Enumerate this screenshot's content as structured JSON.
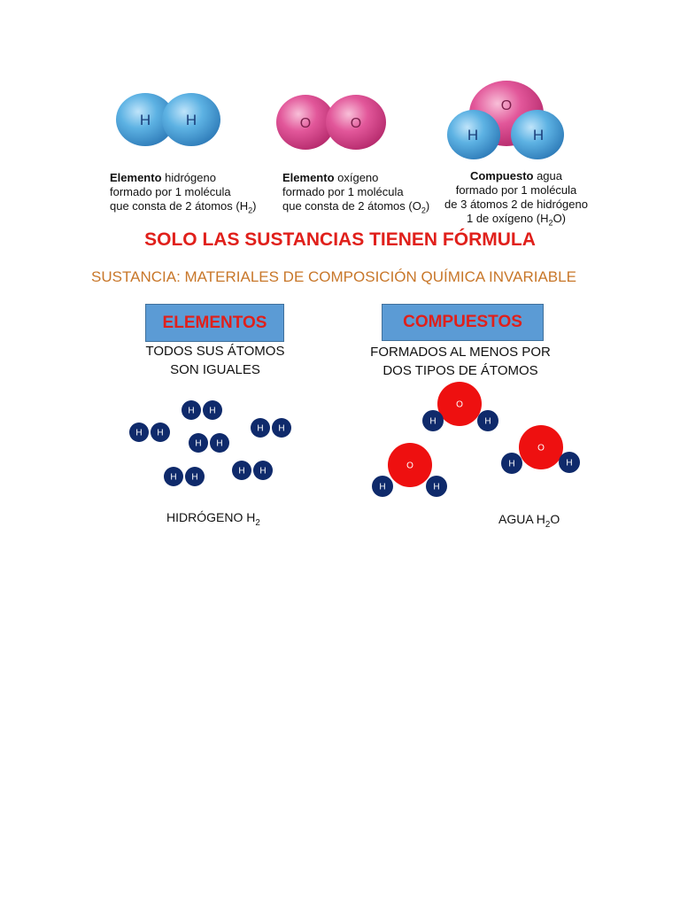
{
  "top_molecules": {
    "hydrogen": {
      "atom_labels": [
        "H",
        "H"
      ],
      "caption_bold": "Elemento",
      "caption_rest": " hidrógeno",
      "line2": "formado por 1 molécula",
      "line3_prefix": "que consta de 2 átomos (H",
      "line3_sub": "2",
      "line3_suffix": ")"
    },
    "oxygen": {
      "atom_labels": [
        "O",
        "O"
      ],
      "caption_bold": "Elemento",
      "caption_rest": " oxígeno",
      "line2": "formado por 1 molécula",
      "line3_prefix": "que consta de 2 átomos (O",
      "line3_sub": "2",
      "line3_suffix": ")"
    },
    "water": {
      "atom_labels": [
        "O",
        "H",
        "H"
      ],
      "caption_bold": "Compuesto",
      "caption_rest": " agua",
      "line2": "formado por 1 molécula",
      "line3": "de 3 átomos 2 de hidrógeno",
      "line4_prefix": "1 de oxígeno (H",
      "line4_sub": "2",
      "line4_suffix": "O)"
    }
  },
  "title": "SOLO LAS SUSTANCIAS TIENEN FÓRMULA",
  "subtitle": "SUSTANCIA: MATERIALES DE COMPOSICIÓN QUÍMICA INVARIABLE",
  "elementos": {
    "label": "ELEMENTOS",
    "desc_line1": "TODOS SUS ÁTOMOS",
    "desc_line2": "SON IGUALES",
    "atom_label": "H",
    "caption_prefix": "HIDRÓGENO  H",
    "caption_sub": "2"
  },
  "compuestos": {
    "label": "COMPUESTOS",
    "desc_line1": "FORMADOS AL MENOS POR",
    "desc_line2": "DOS TIPOS DE ÁTOMOS",
    "oxygen_label": "O",
    "hydrogen_label": "H",
    "caption_prefix": "AGUA  H",
    "caption_sub": "2",
    "caption_suffix": "O"
  },
  "colors": {
    "hydrogen_top": "#4a9fd6",
    "oxygen_top": "#e0508f",
    "title_red": "#e0201b",
    "subtitle_orange": "#c8772a",
    "box_blue": "#5b9bd5",
    "small_h_navy": "#0f2a6b",
    "small_o_red": "#ee1010"
  }
}
